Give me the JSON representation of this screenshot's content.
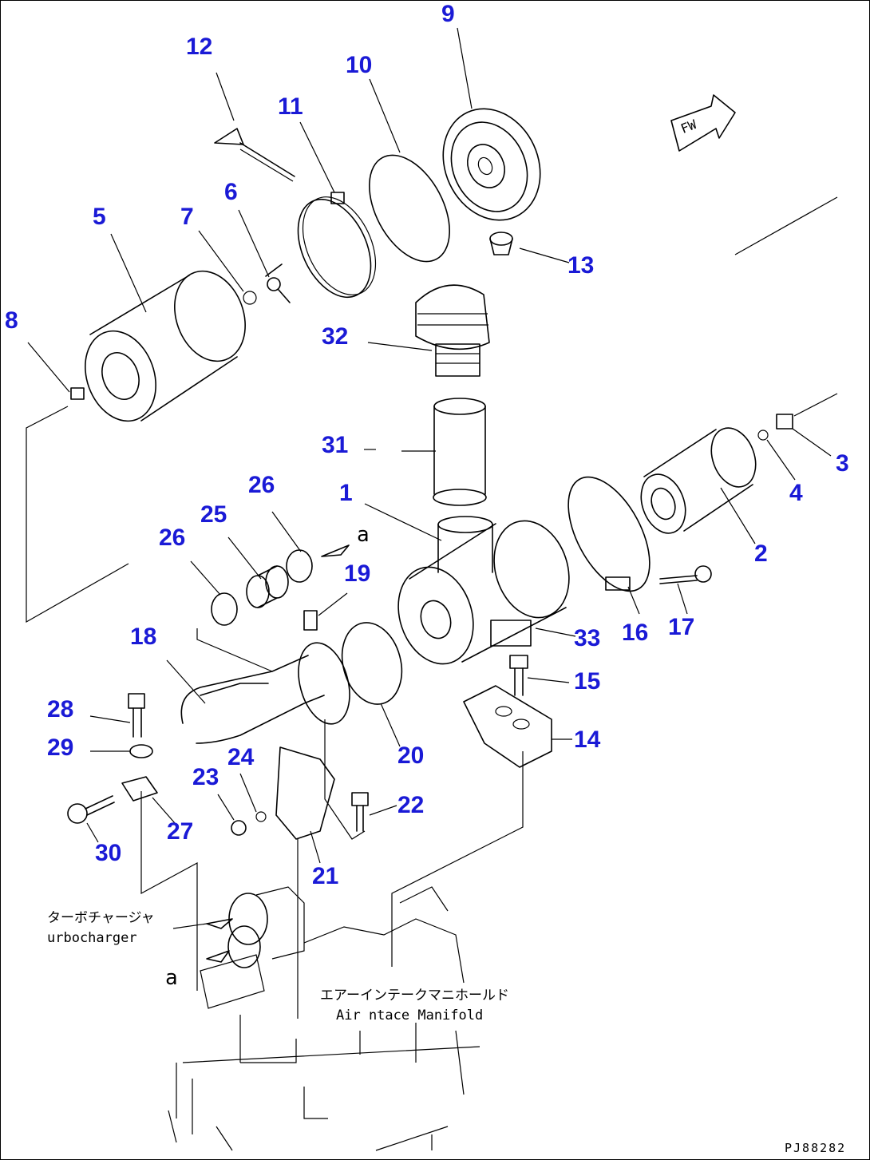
{
  "colors": {
    "callout": "#1a1ad6",
    "line": "#000000"
  },
  "fwd_label": "FW",
  "labels": {
    "turbo_jp": "ターボチャージャ",
    "turbo_en": "urbocharger",
    "manifold_jp": "エアーインテークマニホールド",
    "manifold_en": "Air  ntace Manifold",
    "ref_a1": "a",
    "ref_a2": "a"
  },
  "drawing_code": "PJ88282",
  "callouts": [
    "1",
    "2",
    "3",
    "4",
    "5",
    "6",
    "7",
    "8",
    "9",
    "10",
    "11",
    "12",
    "13",
    "14",
    "15",
    "16",
    "17",
    "18",
    "19",
    "20",
    "21",
    "22",
    "23",
    "24",
    "25",
    "26",
    "26",
    "27",
    "28",
    "29",
    "30",
    "31",
    "32",
    "33"
  ]
}
